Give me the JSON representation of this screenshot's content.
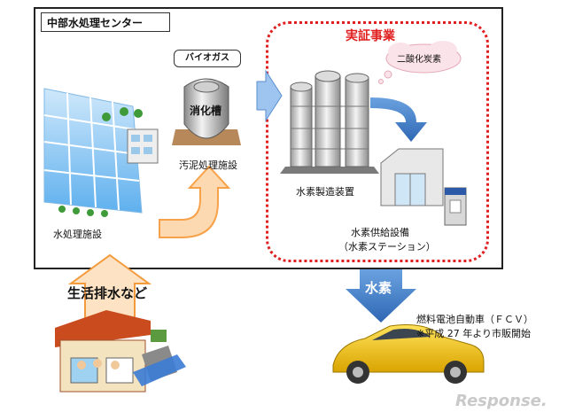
{
  "center": {
    "title": "中部水処理センター"
  },
  "demo": {
    "title": "実証事業"
  },
  "labels": {
    "biogas": "バイオガス",
    "digester": "消化槽",
    "sludge": "汚泥処理施設",
    "water_treatment": "水処理施設",
    "co2": "二酸化炭素",
    "h2_production": "水素製造装置",
    "h2_supply_line1": "水素供給設備",
    "h2_supply_line2": "（水素ステーション）",
    "hydrogen_arrow": "水素",
    "wastewater": "生活排水など",
    "fcv_line1": "燃料電池自動車（ＦＣＶ）",
    "fcv_line2": "※平成 27 年より市販開始",
    "watermark": "Response."
  },
  "colors": {
    "frame": "#222222",
    "demo_border": "#e02020",
    "orange_arrow": "#f7a24a",
    "orange_fill": "#fcd9b0",
    "blue_arrow": "#3b78c4",
    "car": "#f3c316"
  }
}
